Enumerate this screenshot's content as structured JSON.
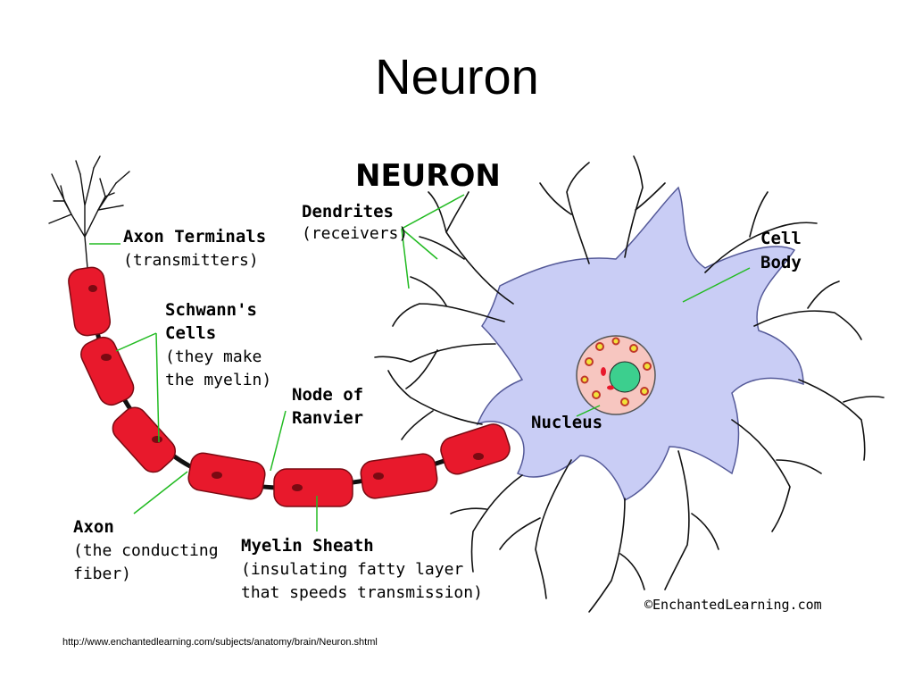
{
  "title": "Neuron",
  "source_url": "http://www.enchantedlearning.com/subjects/anatomy/brain/Neuron.shtml",
  "diagram": {
    "heading": "NEURON",
    "copyright": "©EnchantedLearning.com",
    "labels": {
      "dendrites": [
        "Dendrites",
        "(receivers)"
      ],
      "axon_terminals": [
        "Axon Terminals",
        "(transmitters)"
      ],
      "cell_body": [
        "Cell",
        "Body"
      ],
      "schwann": [
        "Schwann's",
        "Cells",
        "(they make",
        "the myelin)"
      ],
      "node": [
        "Node of",
        "Ranvier"
      ],
      "nucleus": [
        "Nucleus"
      ],
      "axon": [
        "Axon",
        "(the conducting",
        "fiber)"
      ],
      "myelin": [
        "Myelin Sheath",
        "(insulating fatty layer",
        "that speeds transmission)"
      ]
    },
    "colors": {
      "myelin": "#e8192c",
      "cell_body": "#c9cdf5",
      "nucleus_outer": "#f7c6c0",
      "nucleolus": "#3ccf8e",
      "pointer": "#22bb22",
      "branch": "#111111"
    }
  }
}
